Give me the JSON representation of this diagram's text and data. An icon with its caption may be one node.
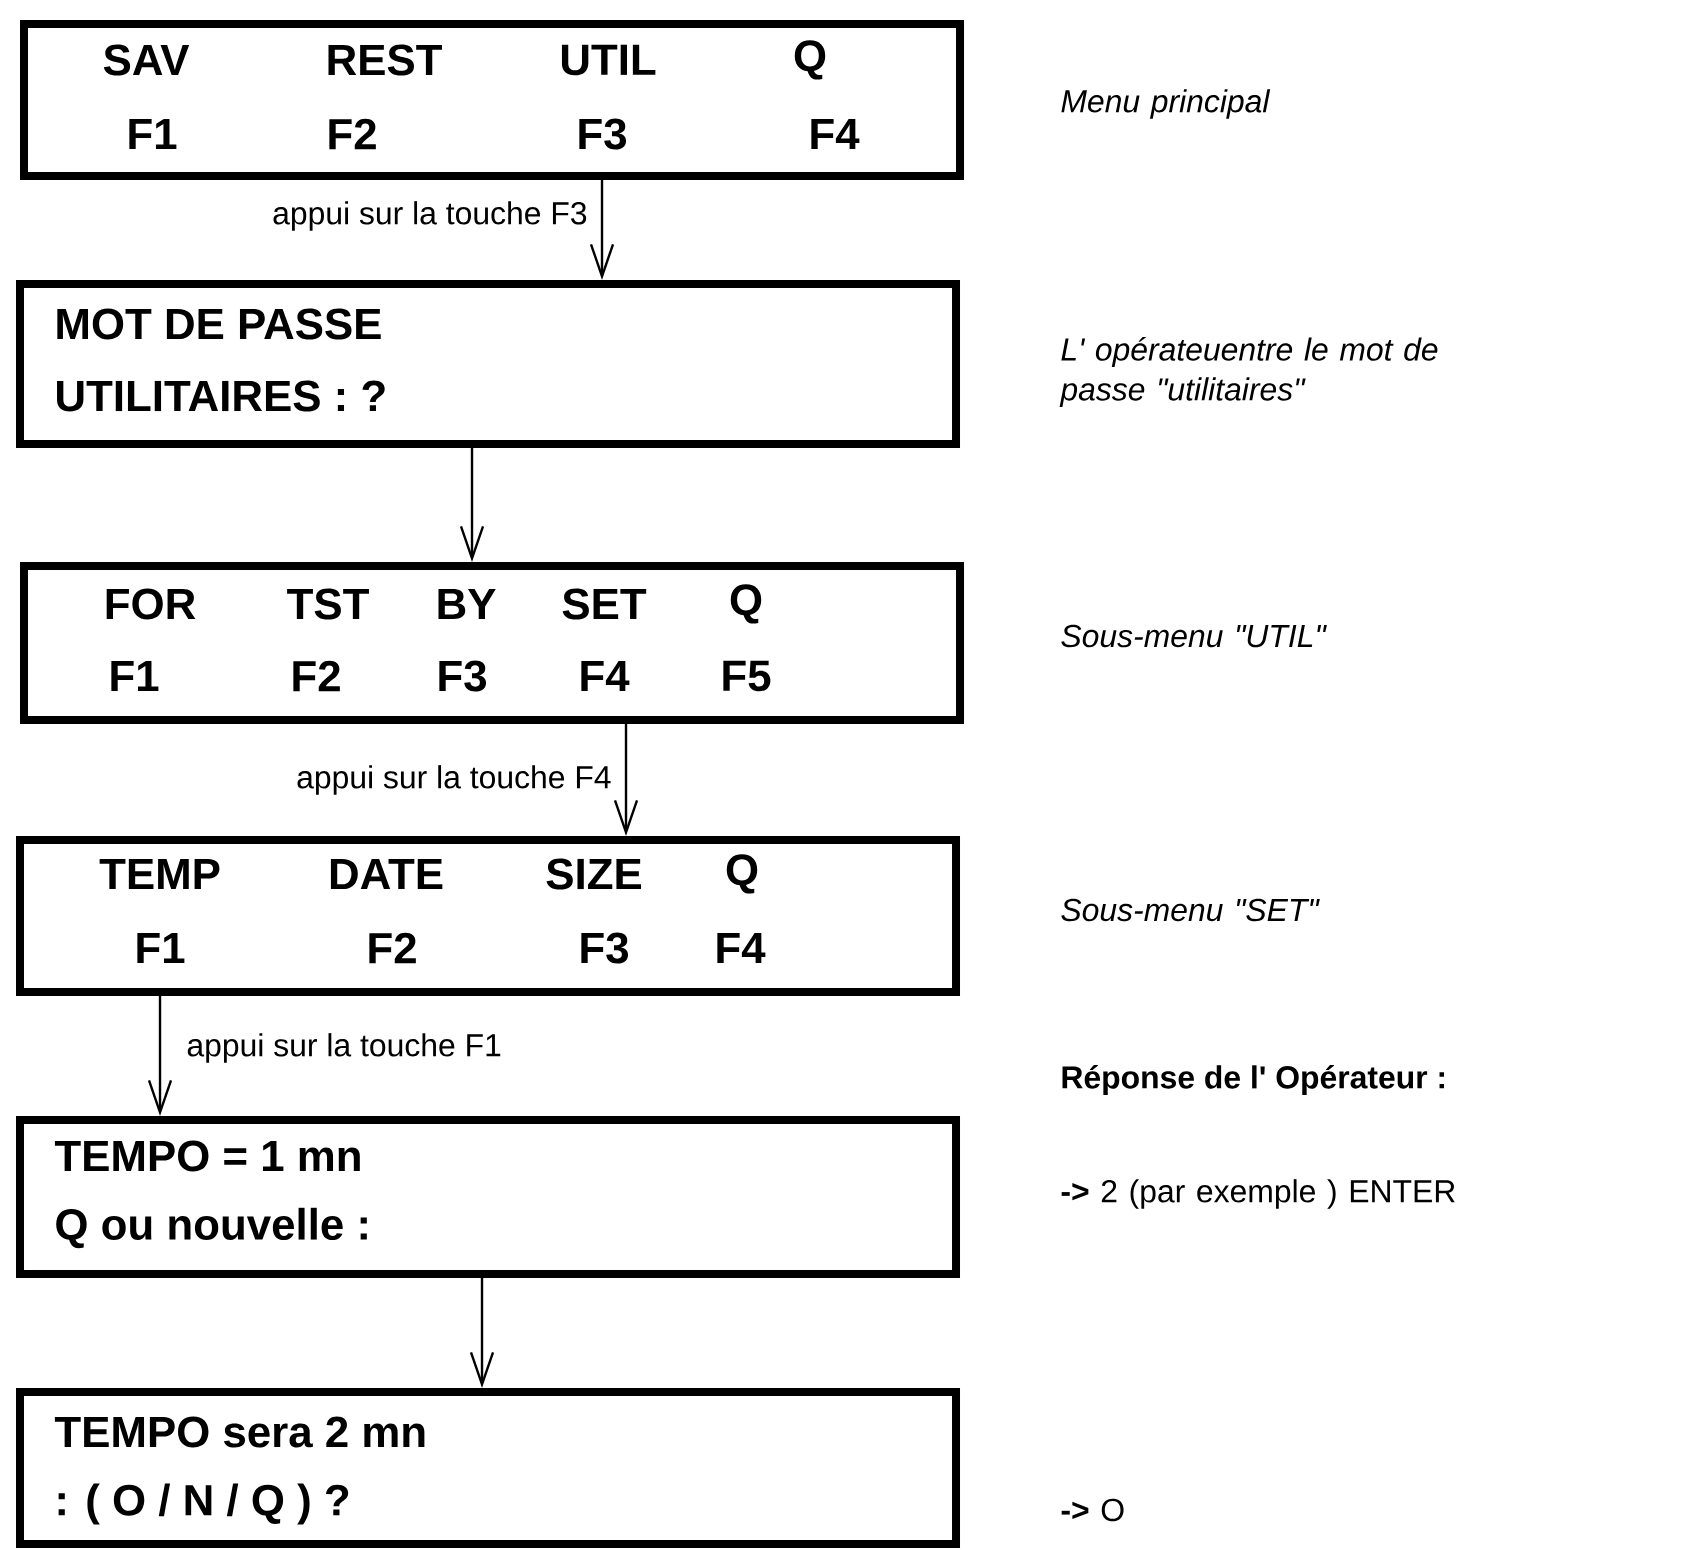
{
  "diagram": {
    "nodes": [
      {
        "text": [
          "SAV",
          "REST",
          "UTIL",
          "Q",
          "F1",
          "F2",
          "F3",
          "F4"
        ],
        "beside": [
          "Menu principal"
        ]
      },
      {
        "text": [
          "MOT DE PASSE",
          "UTILITAIRES : ?"
        ],
        "beside": [
          "L' opérateuentre le mot de passe \"utilitaires\""
        ]
      },
      {
        "text": [
          "FOR",
          "TST",
          "BY",
          "SET",
          "Q",
          "F1",
          "F2",
          "F3",
          "F4",
          "F5"
        ],
        "beside": [
          "Sous-menu \"UTIL\""
        ]
      },
      {
        "text": [
          "TEMP",
          "DATE",
          "SIZE",
          "Q",
          "F1",
          "F2",
          "F3",
          "F4"
        ],
        "beside": [
          "Sous-menu \"SET\""
        ]
      },
      {
        "text": [
          "TEMPO = 1 mn",
          "Q ou nouvelle :"
        ],
        "beside": [
          "**->** 2 (par exemple ) ENTER"
        ]
      },
      {
        "text": [
          "TEMPO  sera 2 mn",
          ": ( O / N / Q ) ?"
        ],
        "beside": [
          "**->** O"
        ]
      }
    ],
    "edges": [
      {
        "from": 0,
        "to": 1,
        "arrow": "to",
        "label": "appui sur la touche F3"
      },
      {
        "from": 1,
        "to": 2,
        "arrow": "to"
      },
      {
        "from": 2,
        "to": 3,
        "arrow": "to",
        "label": "appui sur la touche F4"
      },
      {
        "from": 3,
        "to": 4,
        "arrow": "to",
        "label": "appui sur la touche F1"
      },
      {
        "from": 4,
        "to": 5,
        "arrow": "to"
      }
    ],
    "labels": [
      "Réponse de l'  Opérateur :"
    ]
  }
}
